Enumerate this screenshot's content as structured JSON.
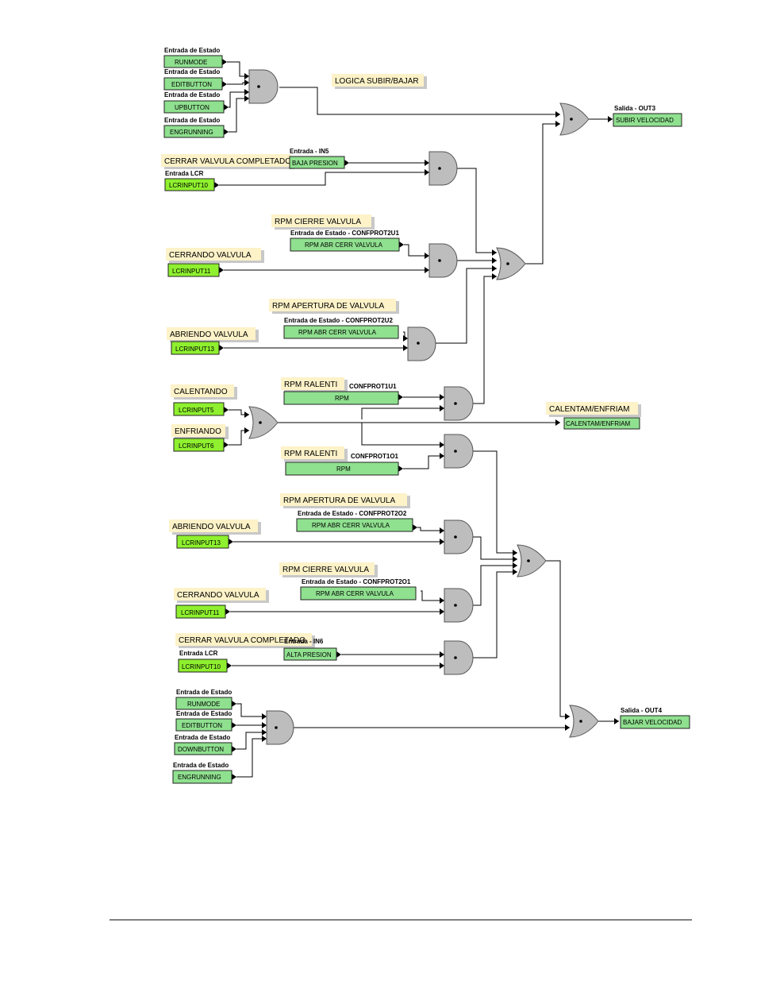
{
  "notes": {
    "logic_title": "LOGICA SUBIR/BAJAR",
    "cerrar_completado_1": "CERRAR VALVULA COMPLETADO",
    "rpm_cierre_1": "RPM CIERRE VALVULA",
    "cerrando_1": "CERRANDO VALVULA",
    "rpm_apertura_1": "RPM APERTURA DE VALVULA",
    "abriendo_1": "ABRIENDO VALVULA",
    "calentando": "CALENTANDO",
    "enfriando": "ENFRIANDO",
    "rpm_ralenti_1": "RPM RALENTI",
    "calentam_enfriam": "CALENTAM/ENFRIAM",
    "rpm_ralenti_2": "RPM RALENTI",
    "rpm_apertura_2": "RPM APERTURA DE VALVULA",
    "abriendo_2": "ABRIENDO VALVULA",
    "rpm_cierre_2": "RPM CIERRE VALVULA",
    "cerrando_2": "CERRANDO VALVULA",
    "cerrar_completado_2": "CERRAR VALVULA COMPLETADO"
  },
  "headers": {
    "entrada_estado": "Entrada de Estado",
    "entrada_lcr": "Entrada LCR",
    "entrada_in5": "Entrada - IN5",
    "entrada_in6": "Entrada - IN6",
    "confprot2u1": "Entrada de Estado - CONFPROT2U1",
    "confprot2u2": "Entrada de Estado - CONFPROT2U2",
    "confprot1u1": "CONFPROT1U1",
    "confprot1o1": "CONFPROT1O1",
    "confprot2o2": "Entrada de Estado - CONFPROT2O2",
    "confprot2o1": "Entrada de Estado - CONFPROT2O1",
    "salida_out3": "Salida - OUT3",
    "salida_out4": "Salida - OUT4"
  },
  "inputs": {
    "runmode": "RUNMODE",
    "editbutton": "EDITBUTTON",
    "upbutton": "UPBUTTON",
    "engrunning": "ENGRUNNING",
    "baja_presion": "BAJA PRESION",
    "lcrinput10": "LCRINPUT10",
    "rpm_abr_cerr": "RPM ABR CERR VALVULA",
    "lcrinput11": "LCRINPUT11",
    "lcrinput13": "LCRINPUT13",
    "rpm": "RPM",
    "lcrinput5": "LCRINPUT5",
    "lcrinput6": "LCRINPUT6",
    "calentam_enfriam": "CALENTAM/ENFRIAM",
    "alta_presion": "ALTA PRESION",
    "downbutton": "DOWNBUTTON"
  },
  "outputs": {
    "subir_velocidad": "SUBIR VELOCIDAD",
    "bajar_velocidad": "BAJAR VELOCIDAD"
  },
  "colors": {
    "input_box": "#8fe08f",
    "lcr_box": "#8ef02e",
    "note_box": "#fdf2c8",
    "gate_fill": "#bdbdbd"
  }
}
